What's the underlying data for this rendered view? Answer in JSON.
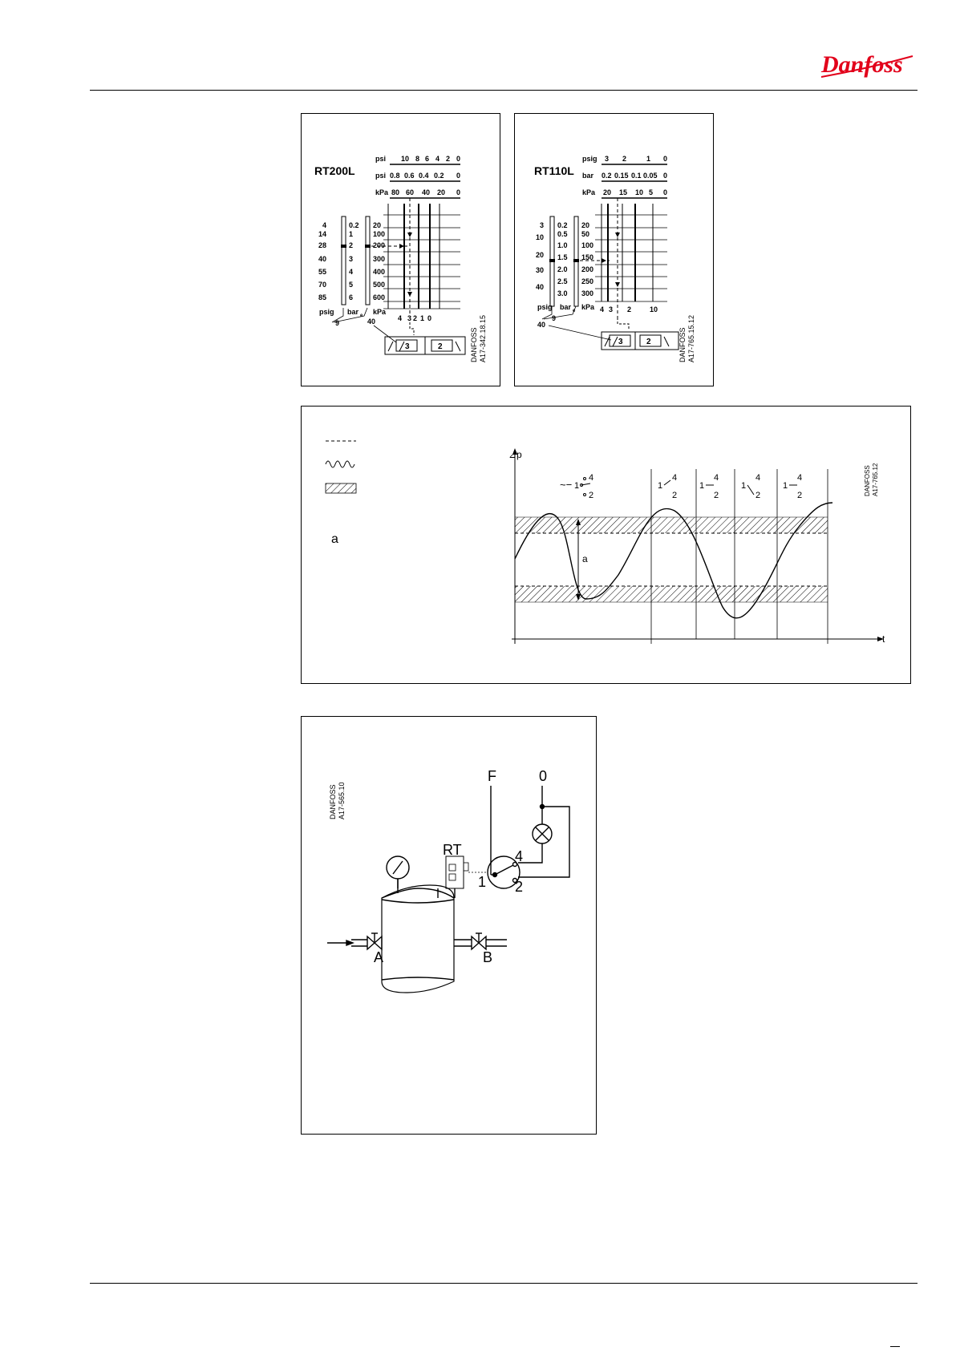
{
  "brand": {
    "name": "Danfoss",
    "color": "#e2001a"
  },
  "fig1": {
    "title": "RT200L",
    "psi1_label": "psi",
    "psi1_ticks": [
      "10",
      "8",
      "6",
      "4",
      "2",
      "0"
    ],
    "psi2_label": "psi",
    "psi2_ticks": [
      "0.8",
      "0.6",
      "0.4",
      "0.2",
      "0"
    ],
    "kpa_label": "kPa",
    "kpa_ticks": [
      "80",
      "60",
      "40",
      "20",
      "0"
    ],
    "psig_scale": [
      "4",
      "14",
      "28",
      "40",
      "55",
      "70",
      "85"
    ],
    "bar_scale": [
      "0.2",
      "1",
      "2",
      "3",
      "4",
      "5",
      "6"
    ],
    "kpa_scale": [
      "20",
      "100",
      "200",
      "300",
      "400",
      "500",
      "600"
    ],
    "unit_psig": "psig",
    "unit_bar": "bar",
    "unit_bar_sub": "e",
    "unit_kpa": "kPa",
    "bottom_numbers": [
      "4",
      "3",
      "2",
      "1",
      "0"
    ],
    "label_9": "9",
    "label_40": "40",
    "box_3": "3",
    "box_2": "2",
    "code": "DANFOSS",
    "code2": "A17-342.18.15"
  },
  "fig2": {
    "title": "RT110L",
    "psig_label": "psig",
    "psig_ticks": [
      "3",
      "2",
      "1",
      "0"
    ],
    "bar_label": "bar",
    "bar_ticks": [
      "0.2",
      "0.15",
      "0.1",
      "0.05",
      "0"
    ],
    "kpa_label": "kPa",
    "kpa_ticks": [
      "20",
      "15",
      "10",
      "5",
      "0"
    ],
    "psig_scale": [
      "3",
      "10",
      "20",
      "30",
      "40"
    ],
    "bar_scale": [
      "0.2",
      "0.5",
      "1.0",
      "1.5",
      "2.0",
      "2.5",
      "3.0"
    ],
    "kpa_scale": [
      "20",
      "50",
      "100",
      "150",
      "200",
      "250",
      "300"
    ],
    "unit_psig": "psig",
    "unit_bar": "bar",
    "unit_bar_sub": "e",
    "unit_kpa": "kPa",
    "bottom_numbers": [
      "4",
      "3",
      "2",
      "10"
    ],
    "label_9": "9",
    "label_40": "40",
    "box_3": "3",
    "box_2": "2",
    "code": "DANFOSS",
    "code2": "A17-765.15.12"
  },
  "fig3": {
    "legend_a": "a",
    "y_axis": "⊿p",
    "x_axis": "t",
    "diff_label": "a",
    "sw_num_1": "1",
    "sw_num_4": "4",
    "sw_num_2": "2",
    "code": "DANFOSS",
    "code2": "A17-765.12"
  },
  "fig4": {
    "code": "DANFOSS",
    "code2": "A17-565.10",
    "label_F": "F",
    "label_0": "0",
    "label_RT": "RT",
    "term_1": "1",
    "term_2": "2",
    "term_4": "4",
    "valve_A": "A",
    "valve_B": "B"
  }
}
